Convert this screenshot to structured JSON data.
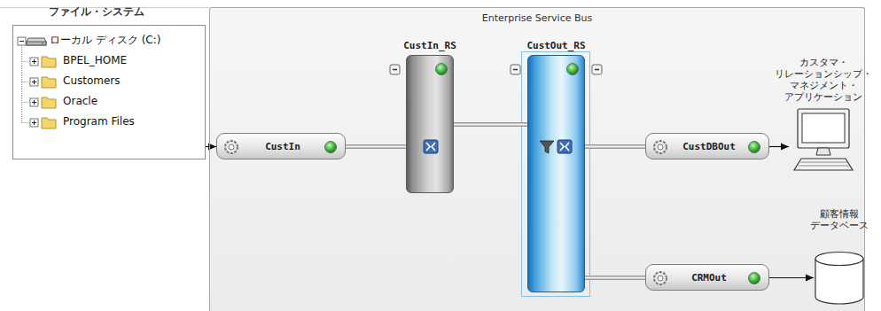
{
  "diagram": {
    "nodes": [
      {
        "text": [
          "ファイル・システム",
          "ローカル ディスク (C:)",
          "BPEL_HOME",
          "Customers",
          "Oracle",
          "Program Files"
        ]
      },
      {
        "text": [
          "Enterprise Service Bus"
        ]
      },
      {
        "text": [
          "CustIn"
        ],
        "in": 1
      },
      {
        "text": [
          "CustIn_RS"
        ],
        "in": 1
      },
      {
        "text": [
          "CustOut_RS"
        ],
        "in": 1
      },
      {
        "text": [
          "CustDBOut"
        ],
        "in": 1
      },
      {
        "text": [
          "CRMOut"
        ],
        "in": 1
      },
      {
        "text": [
          "カスタマ・ リレーションシップ・ マネジメント・ アプリケーション"
        ]
      },
      {
        "text": [
          "顧客情報 データベース"
        ]
      }
    ],
    "edges": [
      {
        "from": 0,
        "to": 2,
        "arrow": "to"
      },
      {
        "from": 2,
        "to": 3,
        "arrow": "none"
      },
      {
        "from": 3,
        "to": 4,
        "arrow": "none"
      },
      {
        "from": 4,
        "to": 5,
        "arrow": "none"
      },
      {
        "from": 4,
        "to": 6,
        "arrow": "none"
      },
      {
        "from": 5,
        "to": 7,
        "arrow": "to"
      },
      {
        "from": 6,
        "to": 8,
        "arrow": "to"
      }
    ]
  }
}
